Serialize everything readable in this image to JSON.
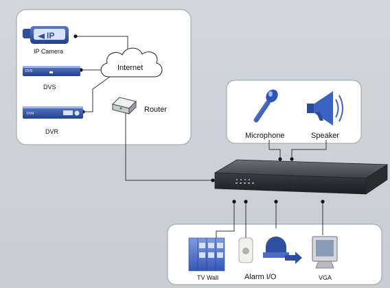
{
  "devices": {
    "ip_camera": {
      "label": "IP Camera",
      "badge": "IP"
    },
    "dvs": {
      "label": "DVS",
      "front_text": "DVS"
    },
    "dvr": {
      "label": "DVR",
      "front_text": "DVR"
    }
  },
  "network": {
    "internet_label": "Internet",
    "router_label": "Router"
  },
  "audio": {
    "microphone_label": "Microphone",
    "speaker_label": "Speaker"
  },
  "outputs": {
    "tv_wall_label": "TV Wall",
    "alarm_label": "Alarm I/O",
    "vga_label": "VGA"
  },
  "colors": {
    "panel_bg": "#ffffff",
    "connector": "#333333",
    "device_blue": "#2d4f9e",
    "nvr_body": "#3a3d42"
  }
}
